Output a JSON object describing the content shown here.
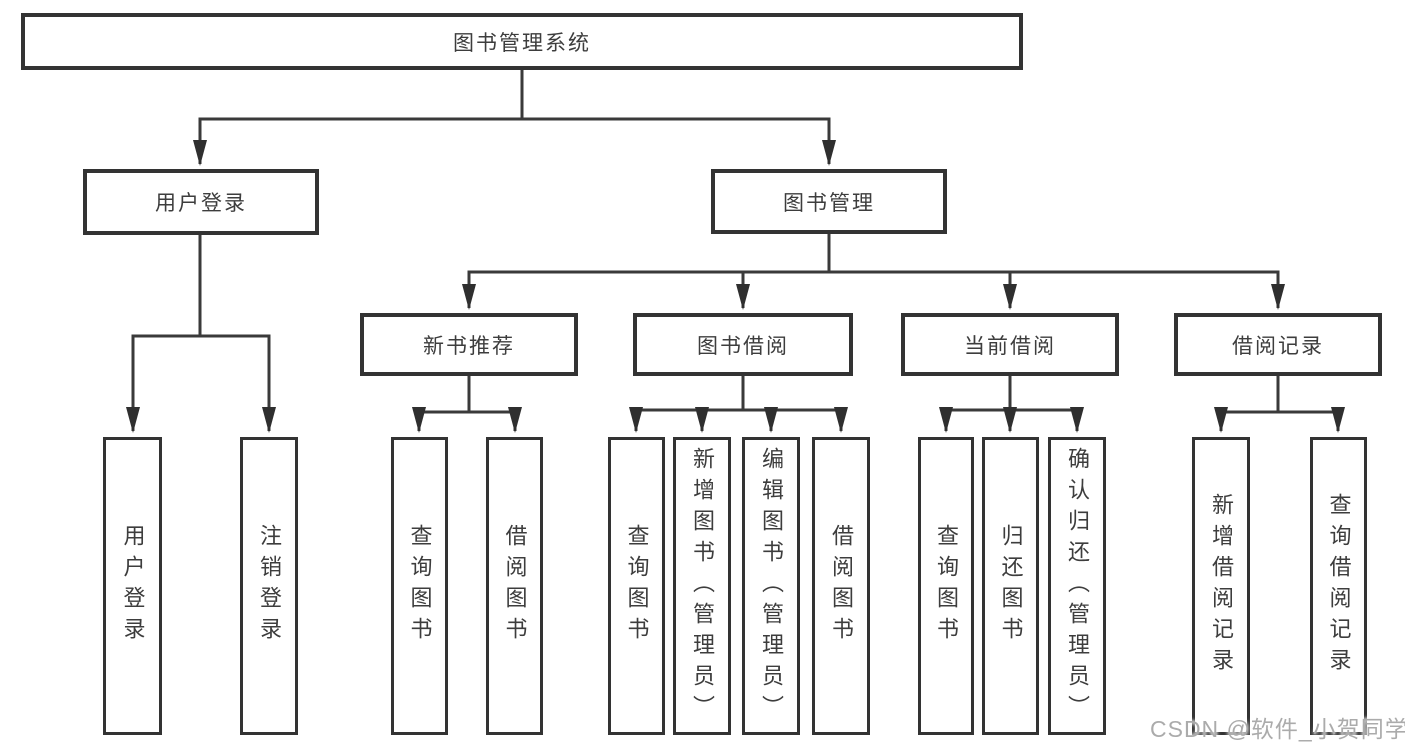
{
  "diagram": {
    "root": {
      "label": "图书管理系统"
    },
    "level2": {
      "user_login": {
        "label": "用户登录"
      },
      "book_management": {
        "label": "图书管理"
      }
    },
    "level3": {
      "new_book_recommend": {
        "label": "新书推荐"
      },
      "book_borrow": {
        "label": "图书借阅"
      },
      "current_borrow": {
        "label": "当前借阅"
      },
      "borrow_records": {
        "label": "借阅记录"
      }
    },
    "leaves": {
      "user_login": [
        "用户登录",
        "注销登录"
      ],
      "new_book_recommend": [
        "查询图书",
        "借阅图书"
      ],
      "book_borrow": [
        "查询图书",
        "新增图书（管理员）",
        "编辑图书（管理员）",
        "借阅图书"
      ],
      "current_borrow": [
        "查询图书",
        "归还图书",
        "确认归还（管理员）"
      ],
      "borrow_records": [
        "新增借阅记录",
        "查询借阅记录"
      ]
    },
    "colors": {
      "line": "#3a3a3a",
      "arrow": "#2f2f2f",
      "border": "#333333",
      "text": "#3d3d3d",
      "background": "#ffffff",
      "watermark": "#ababab"
    }
  },
  "watermark": {
    "text": "CSDN @软件_小贺同学"
  }
}
